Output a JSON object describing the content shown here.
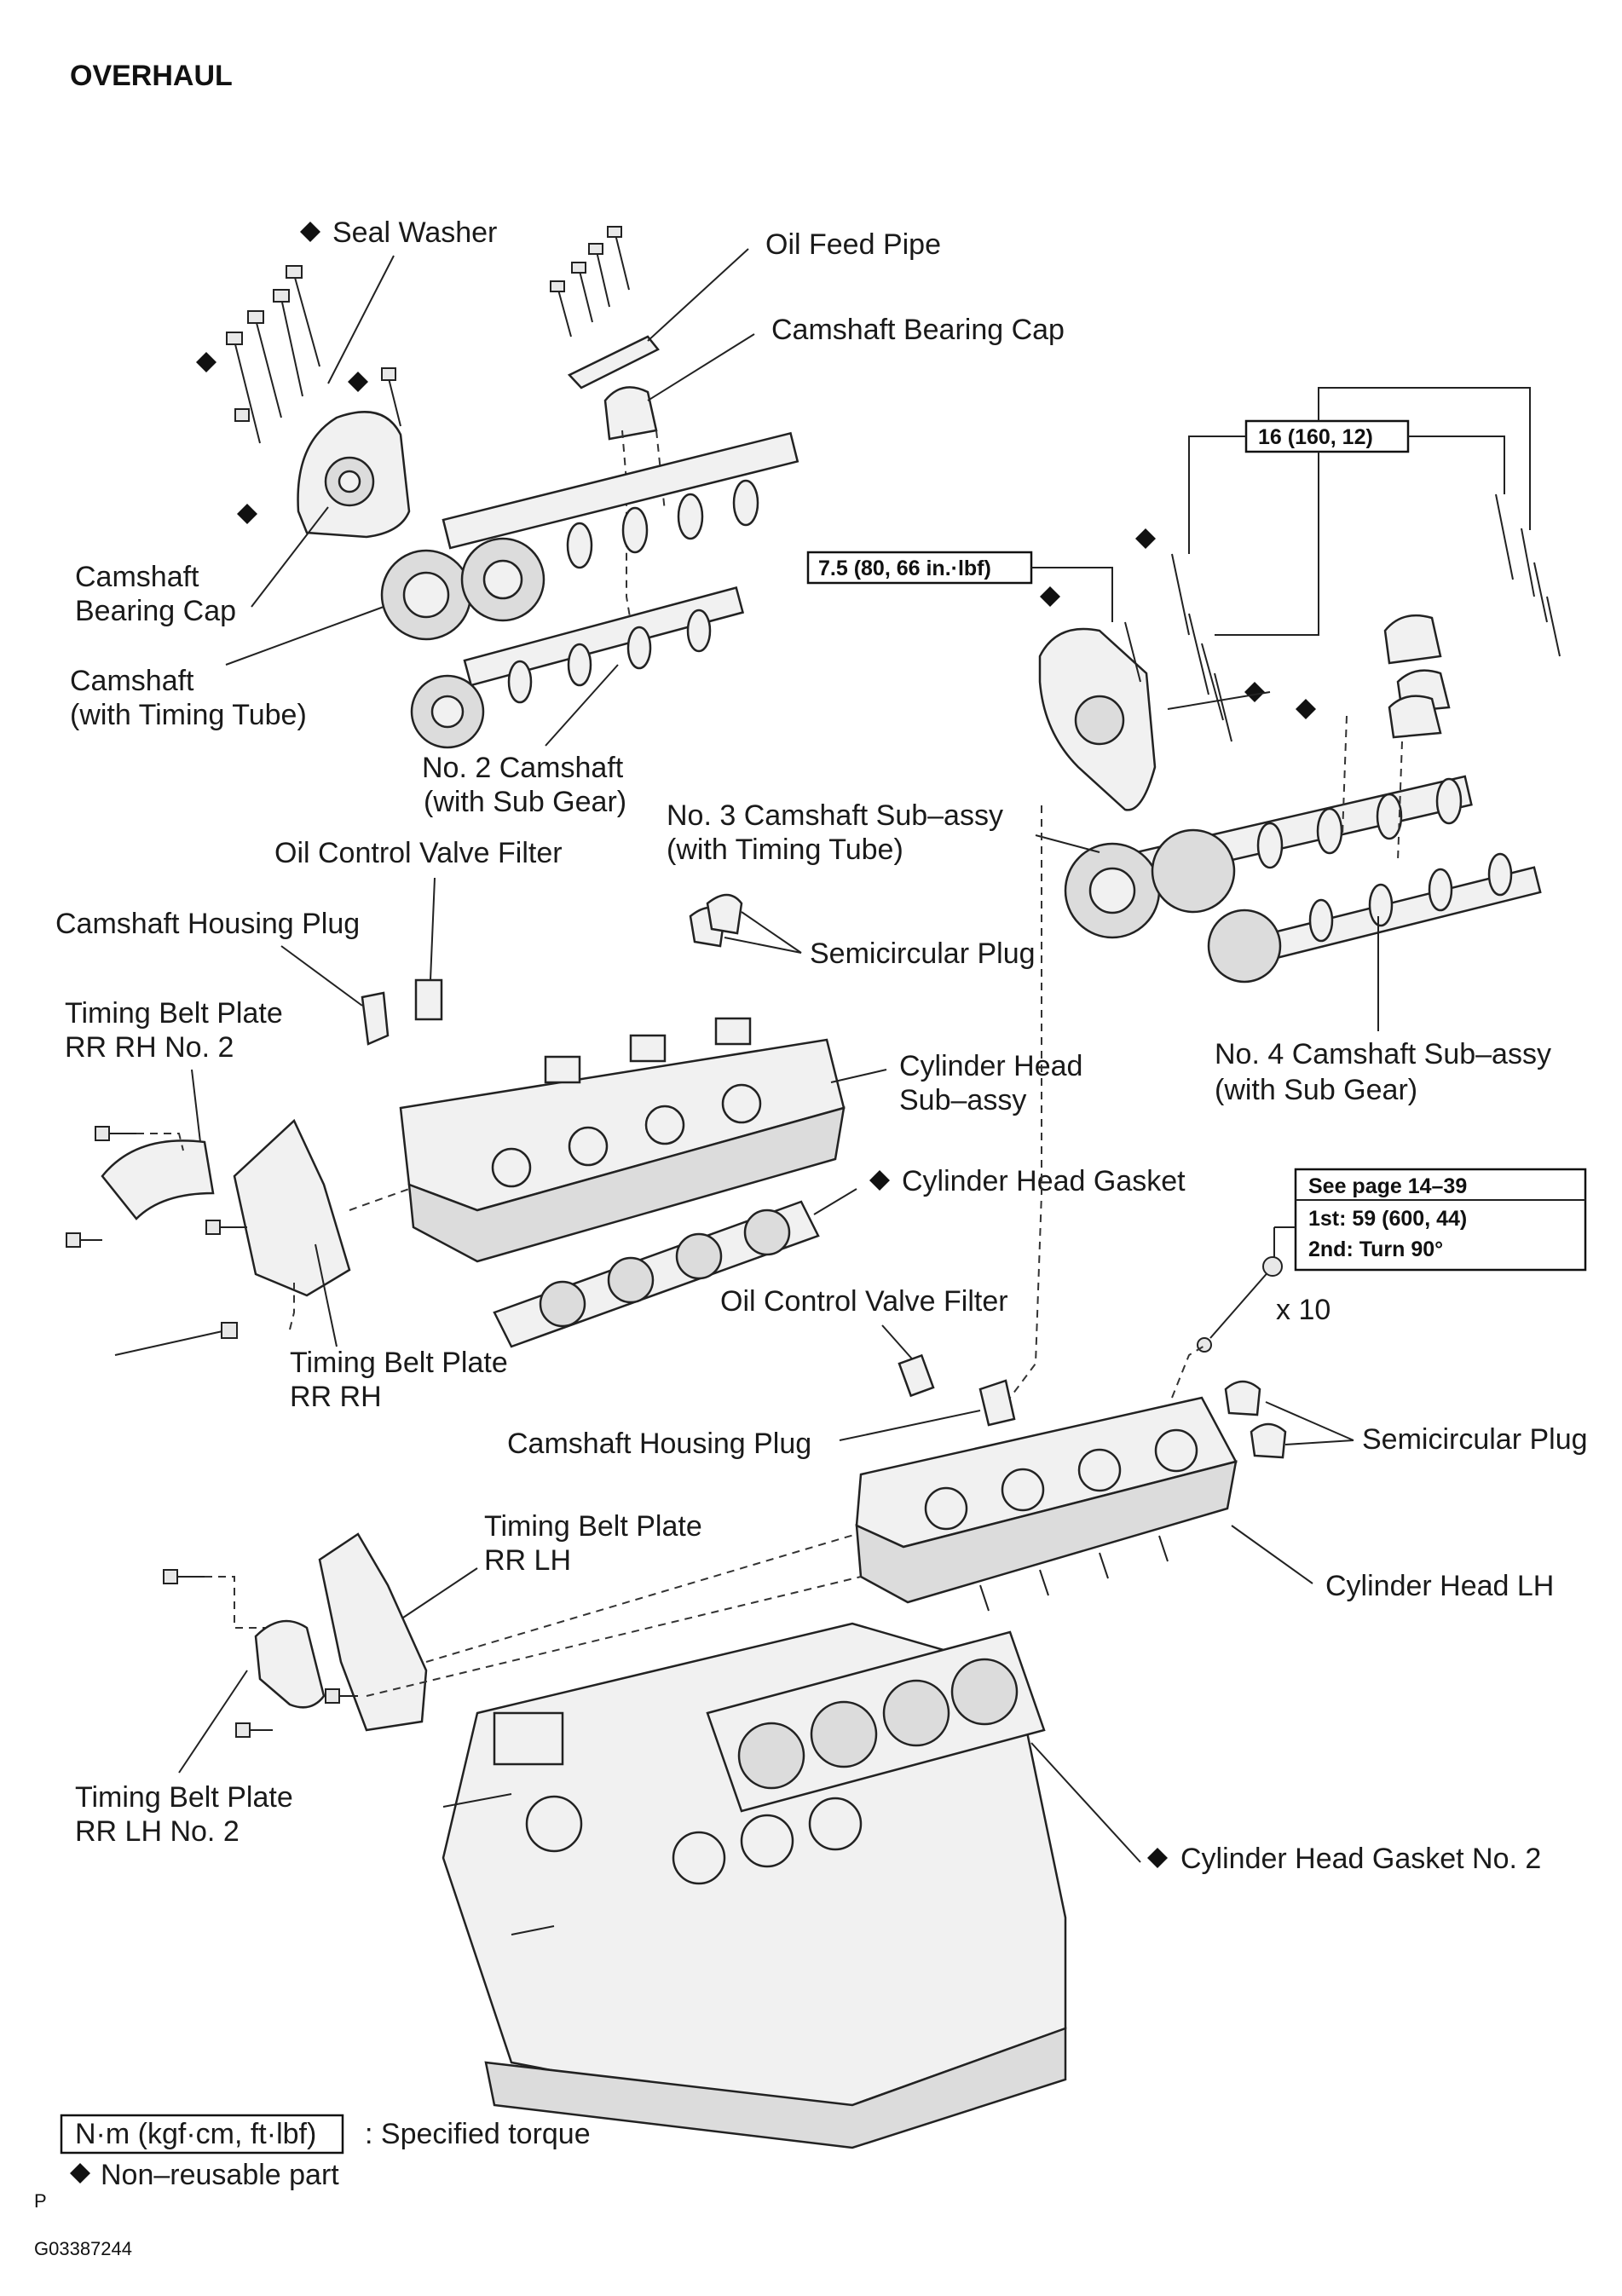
{
  "header": {
    "title": "OVERHAUL"
  },
  "labels": {
    "seal_washer": "Seal Washer",
    "oil_feed_pipe": "Oil Feed Pipe",
    "camshaft_bearing_cap_top": "Camshaft Bearing Cap",
    "camshaft_bearing_cap_left_1": "Camshaft",
    "camshaft_bearing_cap_left_2": "Bearing Cap",
    "camshaft_1": "Camshaft",
    "camshaft_2": "(with Timing Tube)",
    "no2_camshaft_1": "No. 2 Camshaft",
    "no2_camshaft_2": "(with Sub Gear)",
    "no3_camshaft_1": "No. 3 Camshaft Sub–assy",
    "no3_camshaft_2": "(with Timing Tube)",
    "ocv_filter_top": "Oil Control Valve Filter",
    "housing_plug_top": "Camshaft Housing Plug",
    "semicircular_plug_top": "Semicircular Plug",
    "timing_belt_rr_rh_no2_1": "Timing Belt Plate",
    "timing_belt_rr_rh_no2_2": "RR RH No. 2",
    "cyl_head_subassy_1": "Cylinder Head",
    "cyl_head_subassy_2": "Sub–assy",
    "no4_camshaft_1": "No. 4 Camshaft Sub–assy",
    "no4_camshaft_2": "(with Sub Gear)",
    "cyl_head_gasket": "Cylinder Head Gasket",
    "ocv_filter_mid": "Oil Control Valve Filter",
    "timing_belt_rr_rh_1": "Timing Belt Plate",
    "timing_belt_rr_rh_2": "RR RH",
    "housing_plug_mid": "Camshaft Housing Plug",
    "semicircular_plug_mid": "Semicircular Plug",
    "timing_belt_rr_lh_1": "Timing Belt Plate",
    "timing_belt_rr_lh_2": "RR LH",
    "cyl_head_lh": "Cylinder Head LH",
    "timing_belt_rr_lh_no2_1": "Timing Belt Plate",
    "timing_belt_rr_lh_no2_2": "RR LH No. 2",
    "cyl_head_gasket_no2": "Cylinder Head Gasket No. 2",
    "bolt_count": "x 10"
  },
  "torque": {
    "box_16": "16 (160, 12)",
    "box_7_5": "7.5 (80, 66 in.·lbf)",
    "see_page": "See page 14–39",
    "first": "1st: 59 (600, 44)",
    "second": "2nd: Turn 90°"
  },
  "legend": {
    "torque_box": "N·m (kgf·cm, ft·lbf)",
    "torque_desc": ": Specified torque",
    "non_reusable": "Non–reusable part"
  },
  "footer": {
    "page_letter": "P",
    "figure_id": "G03387244"
  }
}
